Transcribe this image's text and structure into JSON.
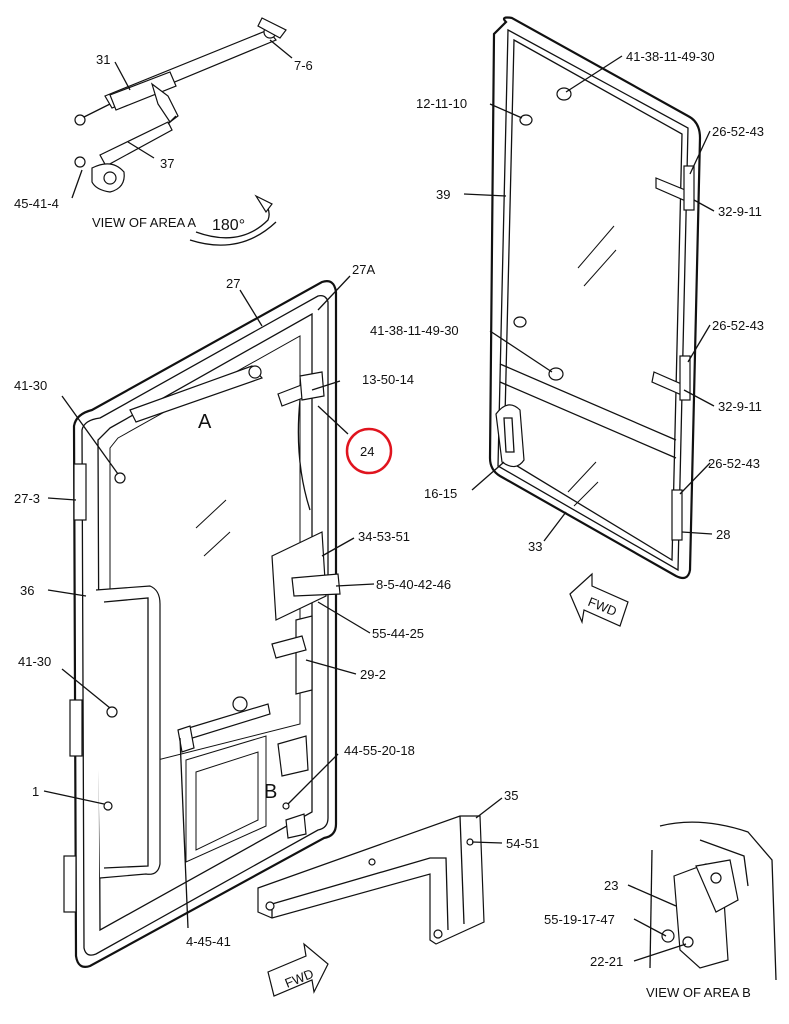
{
  "callouts": {
    "c31": "31",
    "c7_6": "7-6",
    "c37": "37",
    "c45_41_4": "45-41-4",
    "view_a": "VIEW OF AREA  A",
    "deg180": "180°",
    "c27": "27",
    "c27a": "27A",
    "c13_50_14": "13-50-14",
    "c24": "24",
    "cA": "A",
    "c41_30_top": "41-30",
    "c27_3": "27-3",
    "c36": "36",
    "c41_30_mid": "41-30",
    "c1": "1",
    "cB": "B",
    "c4_45_41": "4-45-41",
    "c34_53_51": "34-53-51",
    "c8_5_40_42_46": "8-5-40-42-46",
    "c55_44_25": "55-44-25",
    "c29_2": "29-2",
    "c44_55_20_18": "44-55-20-18",
    "c35": "35",
    "c54_51": "54-51",
    "c41_38_top": "41-38-11-49-30",
    "c12_11_10": "12-11-10",
    "c26_52_43_a": "26-52-43",
    "c39": "39",
    "c32_9_11_a": "32-9-11",
    "c41_38_mid": "41-38-11-49-30",
    "c26_52_43_b": "26-52-43",
    "c32_9_11_b": "32-9-11",
    "c26_52_43_c": "26-52-43",
    "c16_15": "16-15",
    "c28": "28",
    "c33": "33",
    "fwd_right": "FWD",
    "fwd_bottom": "FWD",
    "c23": "23",
    "c55_19_17_47": "55-19-17-47",
    "c22_21": "22-21",
    "view_b": "VIEW OF AREA  B"
  },
  "colors": {
    "line": "#111111",
    "highlight": "#e0141e",
    "background": "#ffffff"
  }
}
